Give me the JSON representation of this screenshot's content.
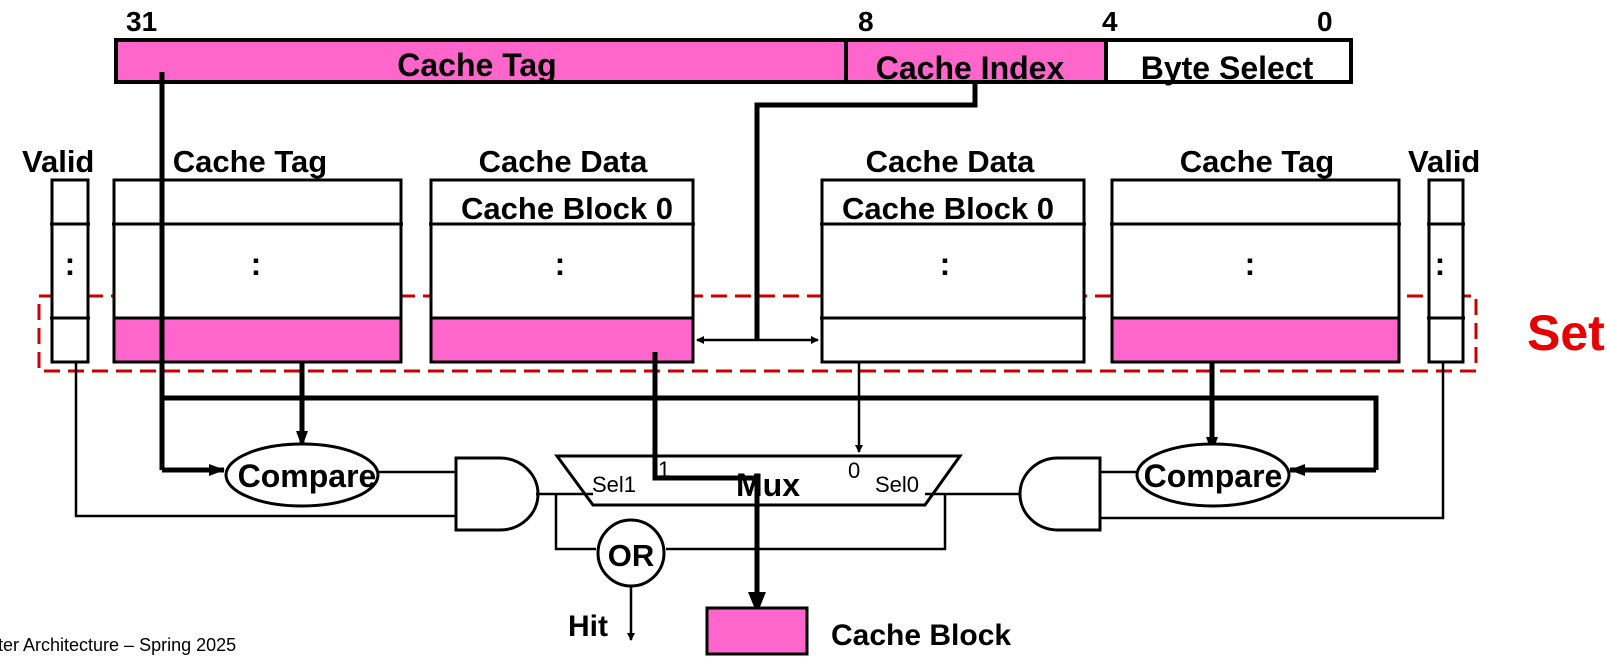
{
  "colors": {
    "accent": "#ff66cc",
    "set_label": "#e60000",
    "set_border": "#cc0000",
    "line": "#000000"
  },
  "address": {
    "bit_labels": [
      "31",
      "8",
      "4",
      "0"
    ],
    "fields": [
      "Cache Tag",
      "Cache Index",
      "Byte Select"
    ]
  },
  "arrays": {
    "valid": "Valid",
    "cache_tag": "Cache Tag",
    "cache_data": "Cache Data",
    "block_label": "Cache Block 0",
    "ellipsis": ":"
  },
  "set_label": "Set",
  "compare": "Compare",
  "mux": {
    "label": "Mux",
    "sel1": "Sel1",
    "sel0": "Sel0",
    "in1": "1",
    "in0": "0"
  },
  "or_gate": "OR",
  "hit": "Hit",
  "output_block": "Cache Block",
  "footer": "ter Architecture – Spring 2025"
}
